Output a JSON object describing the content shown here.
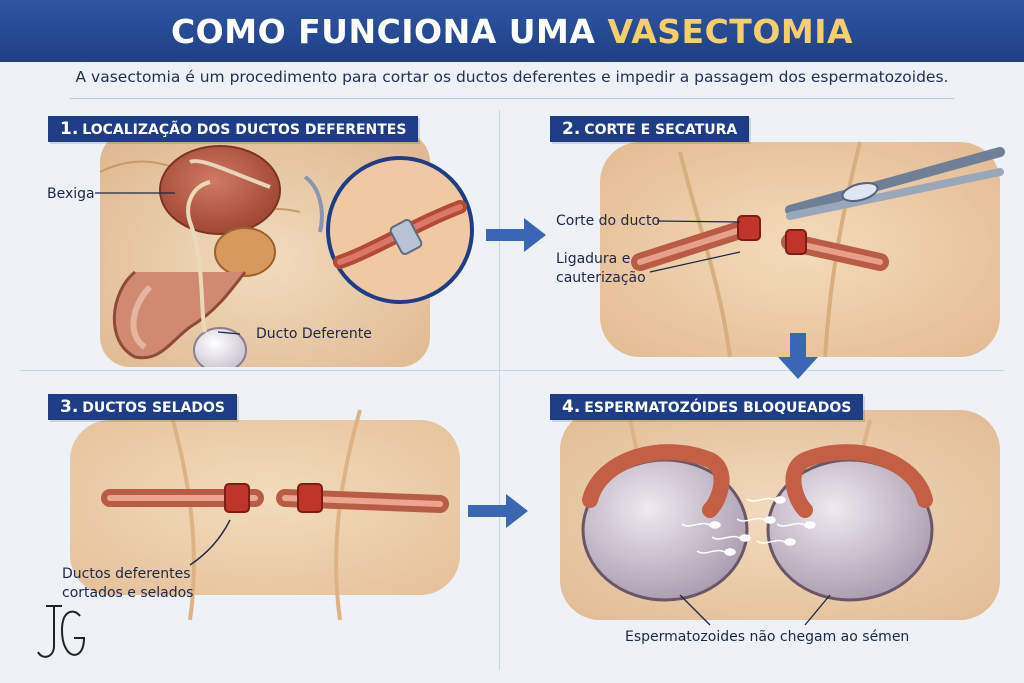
{
  "header": {
    "title_main": "COMO FUNCIONA UMA ",
    "title_highlight": "VASECTOMIA"
  },
  "subtitle": "A vasectomia é um procedimento para cortar os ductos deferentes e impedir a passagem dos espermatozoides.",
  "steps": [
    {
      "number": "1.",
      "title": "LOCALIZAÇÃO DOS DUCTOS DEFERENTES",
      "labels": [
        "Bexiga",
        "Ducto Deferente"
      ]
    },
    {
      "number": "2.",
      "title": "CORTE E SECATURA",
      "labels": [
        "Corte do ducto",
        "Ligadura e",
        "cauterização"
      ]
    },
    {
      "number": "3.",
      "title": "DUCTOS SELADOS",
      "labels": [
        "Ductos deferentes",
        "cortados e selados"
      ]
    },
    {
      "number": "4.",
      "title": "ESPERMATOZÓIDES BLOQUEADOS",
      "labels": [
        "Espermatozoides não chegam ao sémen"
      ]
    }
  ],
  "colors": {
    "header": "#2a4f9c",
    "accent": "#f6cf6b",
    "label_bg": "#1e3d86",
    "arrow": "#3a66b3",
    "duct": "#c96a5a",
    "tissue": "#e9c9a2"
  },
  "icons": [
    "right-arrow-icon",
    "down-arrow-icon",
    "forceps-icon",
    "clip-icon",
    "logo-monogram-icon"
  ]
}
